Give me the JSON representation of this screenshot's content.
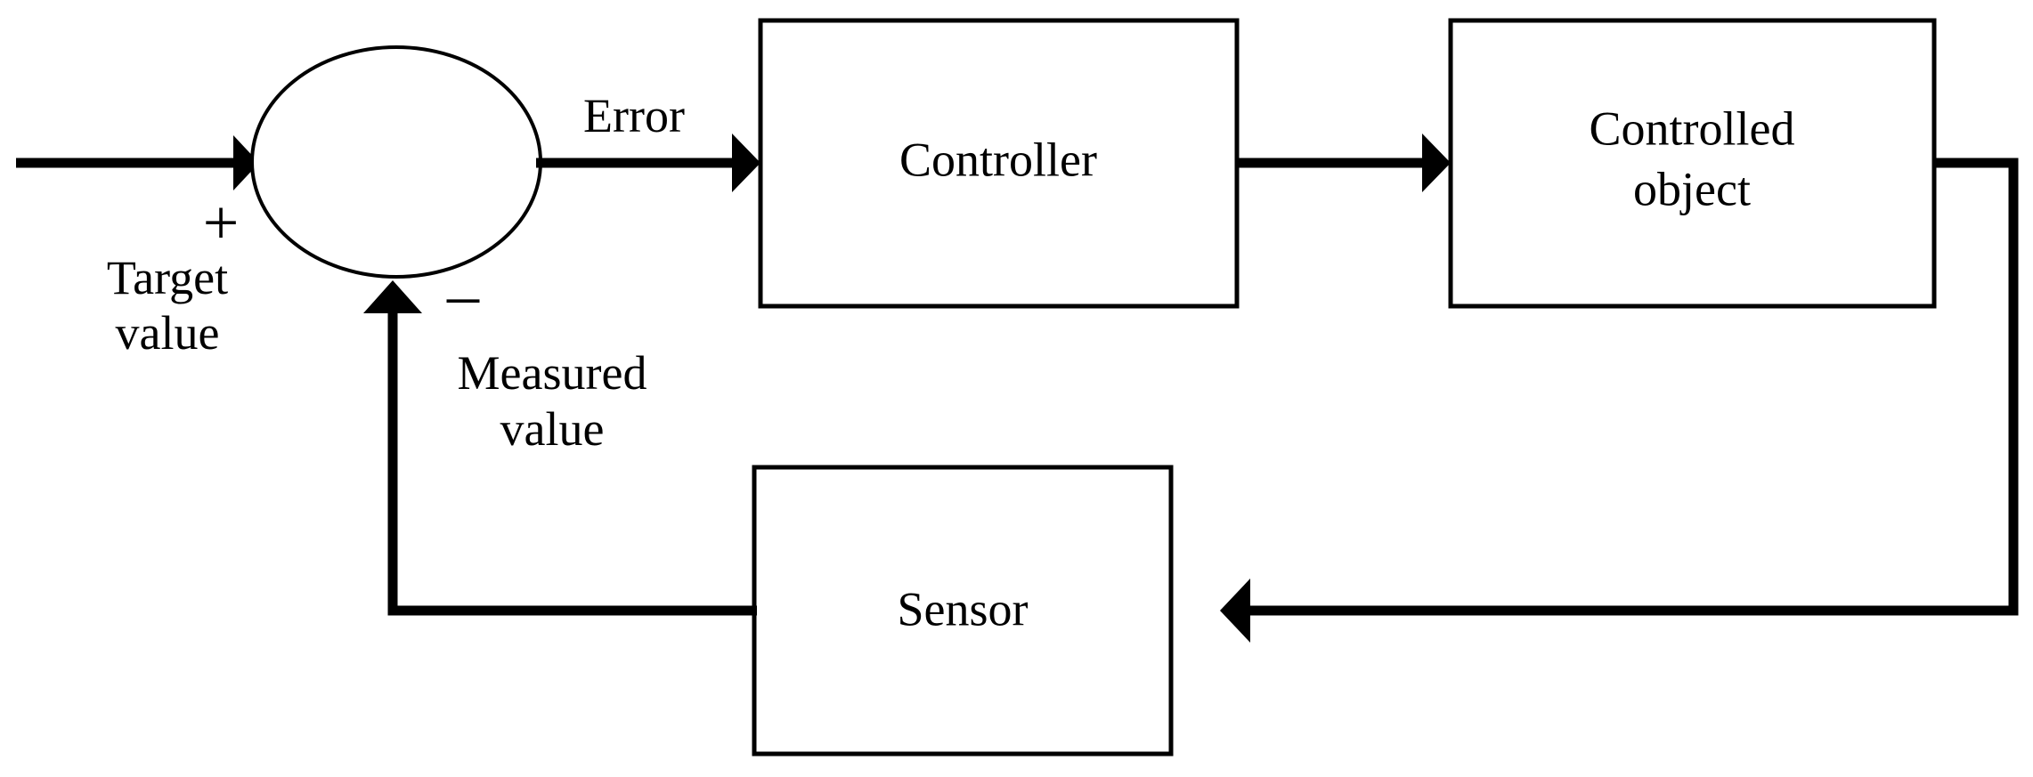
{
  "diagram": {
    "title": "Closed-loop feedback control block diagram",
    "background_color": "#ffffff",
    "line_color": "#000000",
    "blocks": [
      {
        "id": "controller",
        "label": "Controller"
      },
      {
        "id": "plant",
        "label_line1": "Controlled",
        "label_line2": "object"
      },
      {
        "id": "sensor",
        "label": "Sensor"
      }
    ],
    "junction": {
      "name": "summing-junction",
      "plus_sign": "+",
      "minus_sign": "–"
    },
    "signals": {
      "input_line1": "Target",
      "input_line2": "value",
      "error": "Error",
      "feedback_line1": "Measured",
      "feedback_line2": "value"
    }
  }
}
